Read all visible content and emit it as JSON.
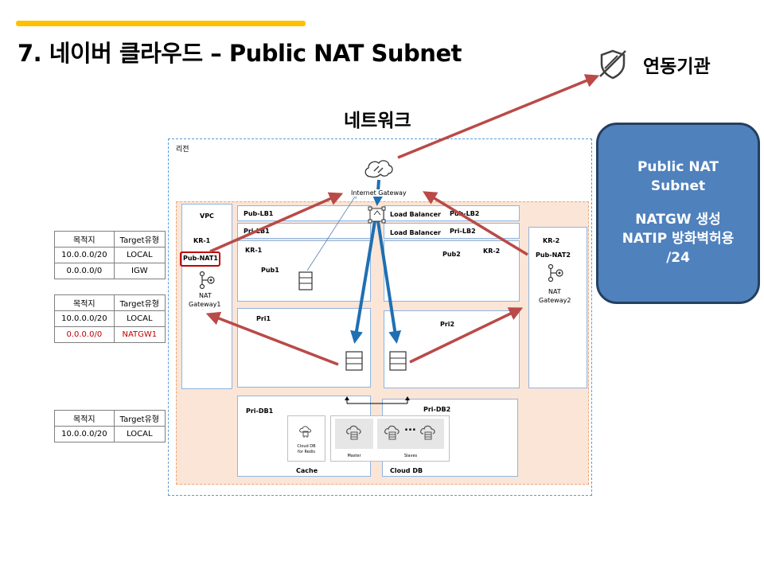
{
  "title": "7. 네이버 클라우드 – Public NAT Subnet",
  "org_label": "연동기관",
  "network_title": "네트워크",
  "region_label": "리전",
  "vpc_label": "VPC",
  "kr1": {
    "label": "KR-1",
    "subnet": "Pub-NAT1",
    "gw_line1": "NAT",
    "gw_line2": "Gateway1"
  },
  "kr2": {
    "label": "KR-2",
    "subnet": "Pub-NAT2",
    "gw_line1": "NAT",
    "gw_line2": "Gateway2"
  },
  "internet_gateway": "Internet Gateway",
  "subnets": {
    "pub_lb1": "Pub-LB1",
    "pri_lb1": "Pri-LB1",
    "pub_lb2": "Pub-LB2",
    "pri_lb2": "Pri-LB2",
    "lb_label": "Load Balancer",
    "kr1_inner": "KR-1",
    "kr2_inner": "KR-2",
    "pub1": "Pub1",
    "pub2": "Pub2",
    "pri1": "Pri1",
    "pri2": "Pri2",
    "pri_db1": "Pri-DB1",
    "pri_db2": "Pri-DB2"
  },
  "db": {
    "redis_line1": "Cloud DB",
    "redis_line2": "for Redis",
    "master": "Master",
    "slaves": "Slaves",
    "ellipsis": "...",
    "cache": "Cache",
    "cloud_db": "Cloud DB"
  },
  "route_tables": [
    {
      "headers": [
        "목적지",
        "Target유형"
      ],
      "rows": [
        [
          "10.0.0.0/20",
          "LOCAL"
        ],
        [
          "0.0.0.0/0",
          "IGW"
        ]
      ]
    },
    {
      "headers": [
        "목적지",
        "Target유형"
      ],
      "rows": [
        [
          "10.0.0.0/20",
          "LOCAL"
        ],
        [
          "0.0.0.0/0",
          "NATGW1"
        ]
      ]
    },
    {
      "headers": [
        "목적지",
        "Target유형"
      ],
      "rows": [
        [
          "10.0.0.0/20",
          "LOCAL"
        ]
      ]
    }
  ],
  "callout": {
    "line1": "Public NAT",
    "line2": "Subnet",
    "line3": "NATGW 생성",
    "line4": "NATIP 방화벽허용",
    "line5": "/24"
  },
  "colors": {
    "accent": "#FFC000",
    "red_arrow": "#B94A48",
    "blue_arrow": "#1F6FB2",
    "callout_bg": "#4F81BD",
    "vpc_bg": "#FBE5D6",
    "highlight": "#C00000"
  }
}
